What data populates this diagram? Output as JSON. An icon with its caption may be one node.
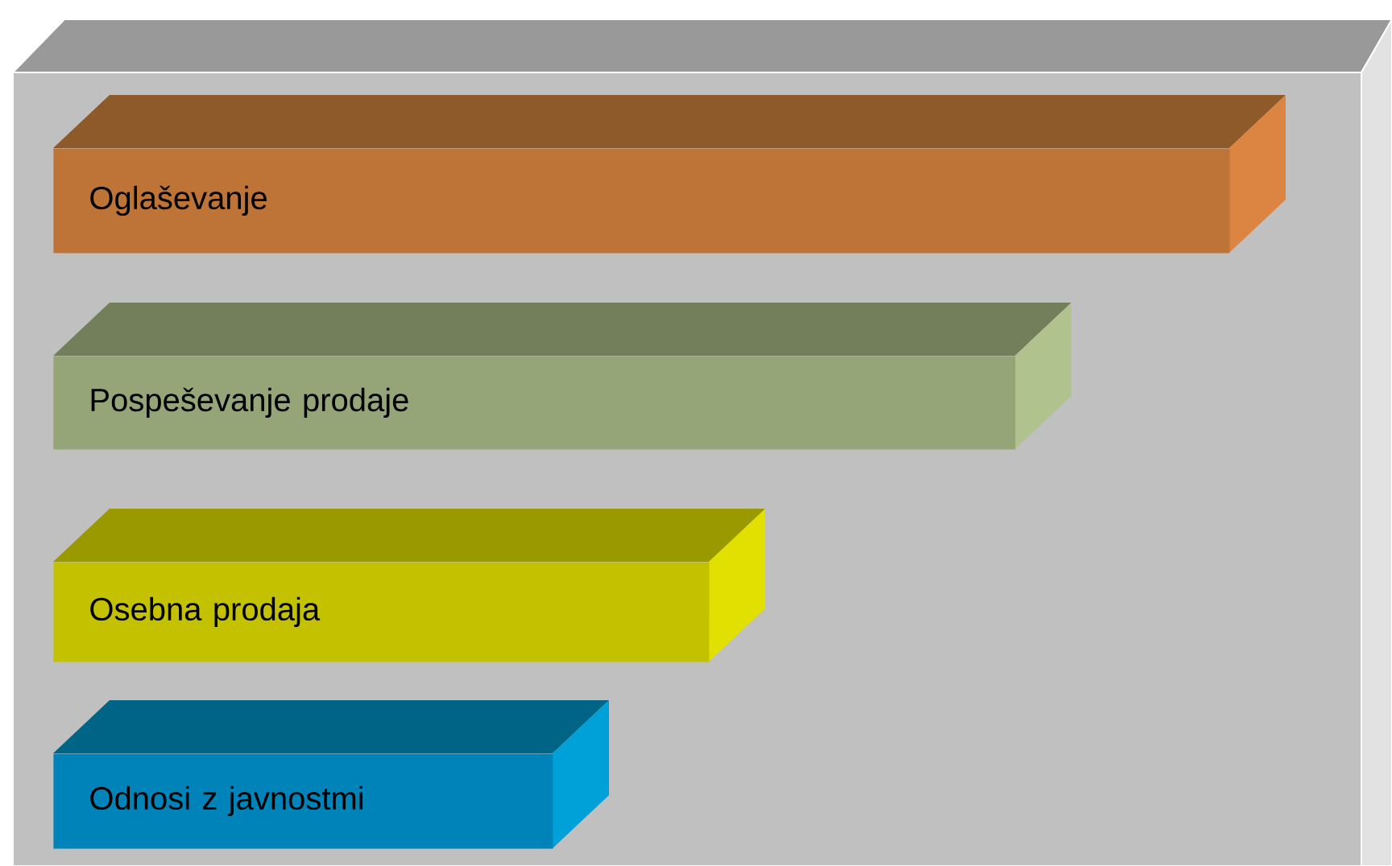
{
  "diagram": {
    "nodes": [
      {
        "text": [
          "Oglaševanje"
        ]
      },
      {
        "text": [
          "Pospeševanje prodaje"
        ]
      },
      {
        "text": [
          "Osebna prodaja"
        ]
      },
      {
        "text": [
          "Odnosi z javnostmi"
        ]
      }
    ]
  }
}
